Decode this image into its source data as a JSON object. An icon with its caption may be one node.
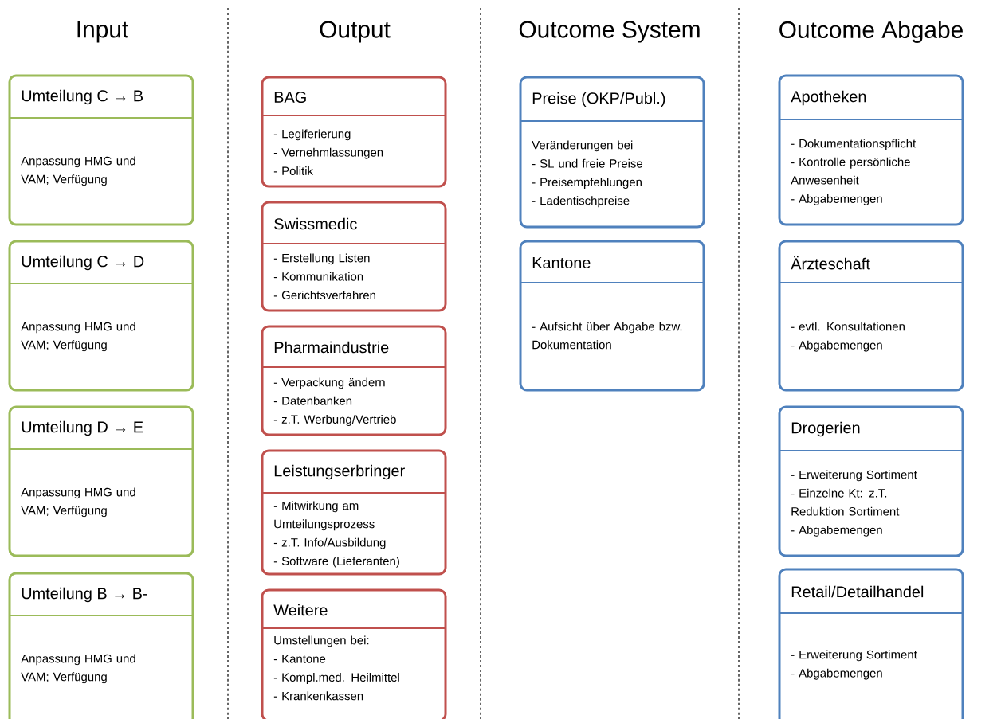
{
  "diagram": {
    "nodes": [
      {
        "text": [
          "Umteilung C → B",
          "Anpassung HMG und VAM; Verfügung"
        ]
      },
      {
        "text": [
          "Umteilung C → D",
          "Anpassung HMG und VAM; Verfügung"
        ]
      },
      {
        "text": [
          "Umteilung D → E",
          "Anpassung HMG und VAM; Verfügung"
        ]
      },
      {
        "text": [
          "Umteilung B → B-",
          "Anpassung HMG und VAM; Verfügung"
        ]
      },
      {
        "text": [
          "BAG",
          "- Legiferierung",
          "- Vernehmlassungen",
          "- Politik"
        ]
      },
      {
        "text": [
          "Swissmedic",
          "- Erstellung Listen",
          "- Kommunikation",
          "- Gerichtsverfahren"
        ]
      },
      {
        "text": [
          "Pharmaindustrie",
          "- Verpackung ändern",
          "- Datenbanken",
          "- z.T. Werbung/Vertrieb"
        ]
      },
      {
        "text": [
          "Leistungserbringer",
          "- Mitwirkung am Umteilungsprozess",
          "- z.T. Info/Ausbildung",
          "- Software (Lieferanten)"
        ]
      },
      {
        "text": [
          "Weitere",
          "Umstellungen bei:",
          "- Kantone",
          "- Kompl.med. Heilmittel",
          "- Krankenkassen"
        ]
      },
      {
        "text": [
          "Preise (OKP/Publ.)",
          "Veränderungen bei",
          "- SL und freie Preise",
          "- Preisempfehlungen",
          "- Ladentischpreise"
        ]
      },
      {
        "text": [
          "Kantone",
          "- Aufsicht über Abgabe bzw. Dokumentation"
        ]
      },
      {
        "text": [
          "Apotheken",
          "- Dokumentationspflicht",
          "- Kontrolle persönliche Anwesenheit",
          "- Abgabemengen"
        ]
      },
      {
        "text": [
          "Ärzteschaft",
          "- evtl. Konsultationen",
          "- Abgabemengen"
        ]
      },
      {
        "text": [
          "Drogerien",
          "- Erweiterung Sortiment",
          "- Einzelne Kt: z.T. Reduktion Sortiment",
          "- Abgabemengen"
        ]
      },
      {
        "text": [
          "Retail/Detailhandel",
          "- Erweiterung Sortiment",
          "- Abgabemengen"
        ]
      }
    ],
    "labels": [
      "Input",
      "Output",
      "Outcome System",
      "Outcome Abgabe"
    ]
  }
}
